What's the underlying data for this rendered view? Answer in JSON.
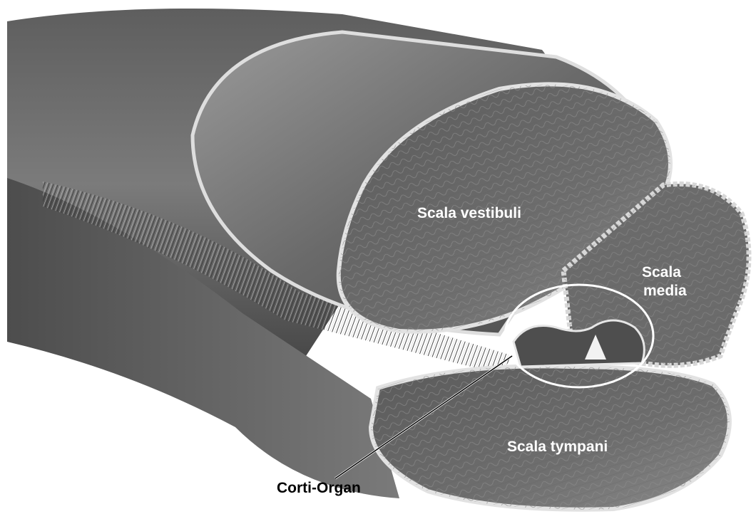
{
  "labels": {
    "scala_vestibuli": "Scala vestibuli",
    "scala_media_line1": "Scala",
    "scala_media_line2": "media",
    "scala_tympani": "Scala tympani",
    "corti_organ": "Corti-Organ"
  }
}
